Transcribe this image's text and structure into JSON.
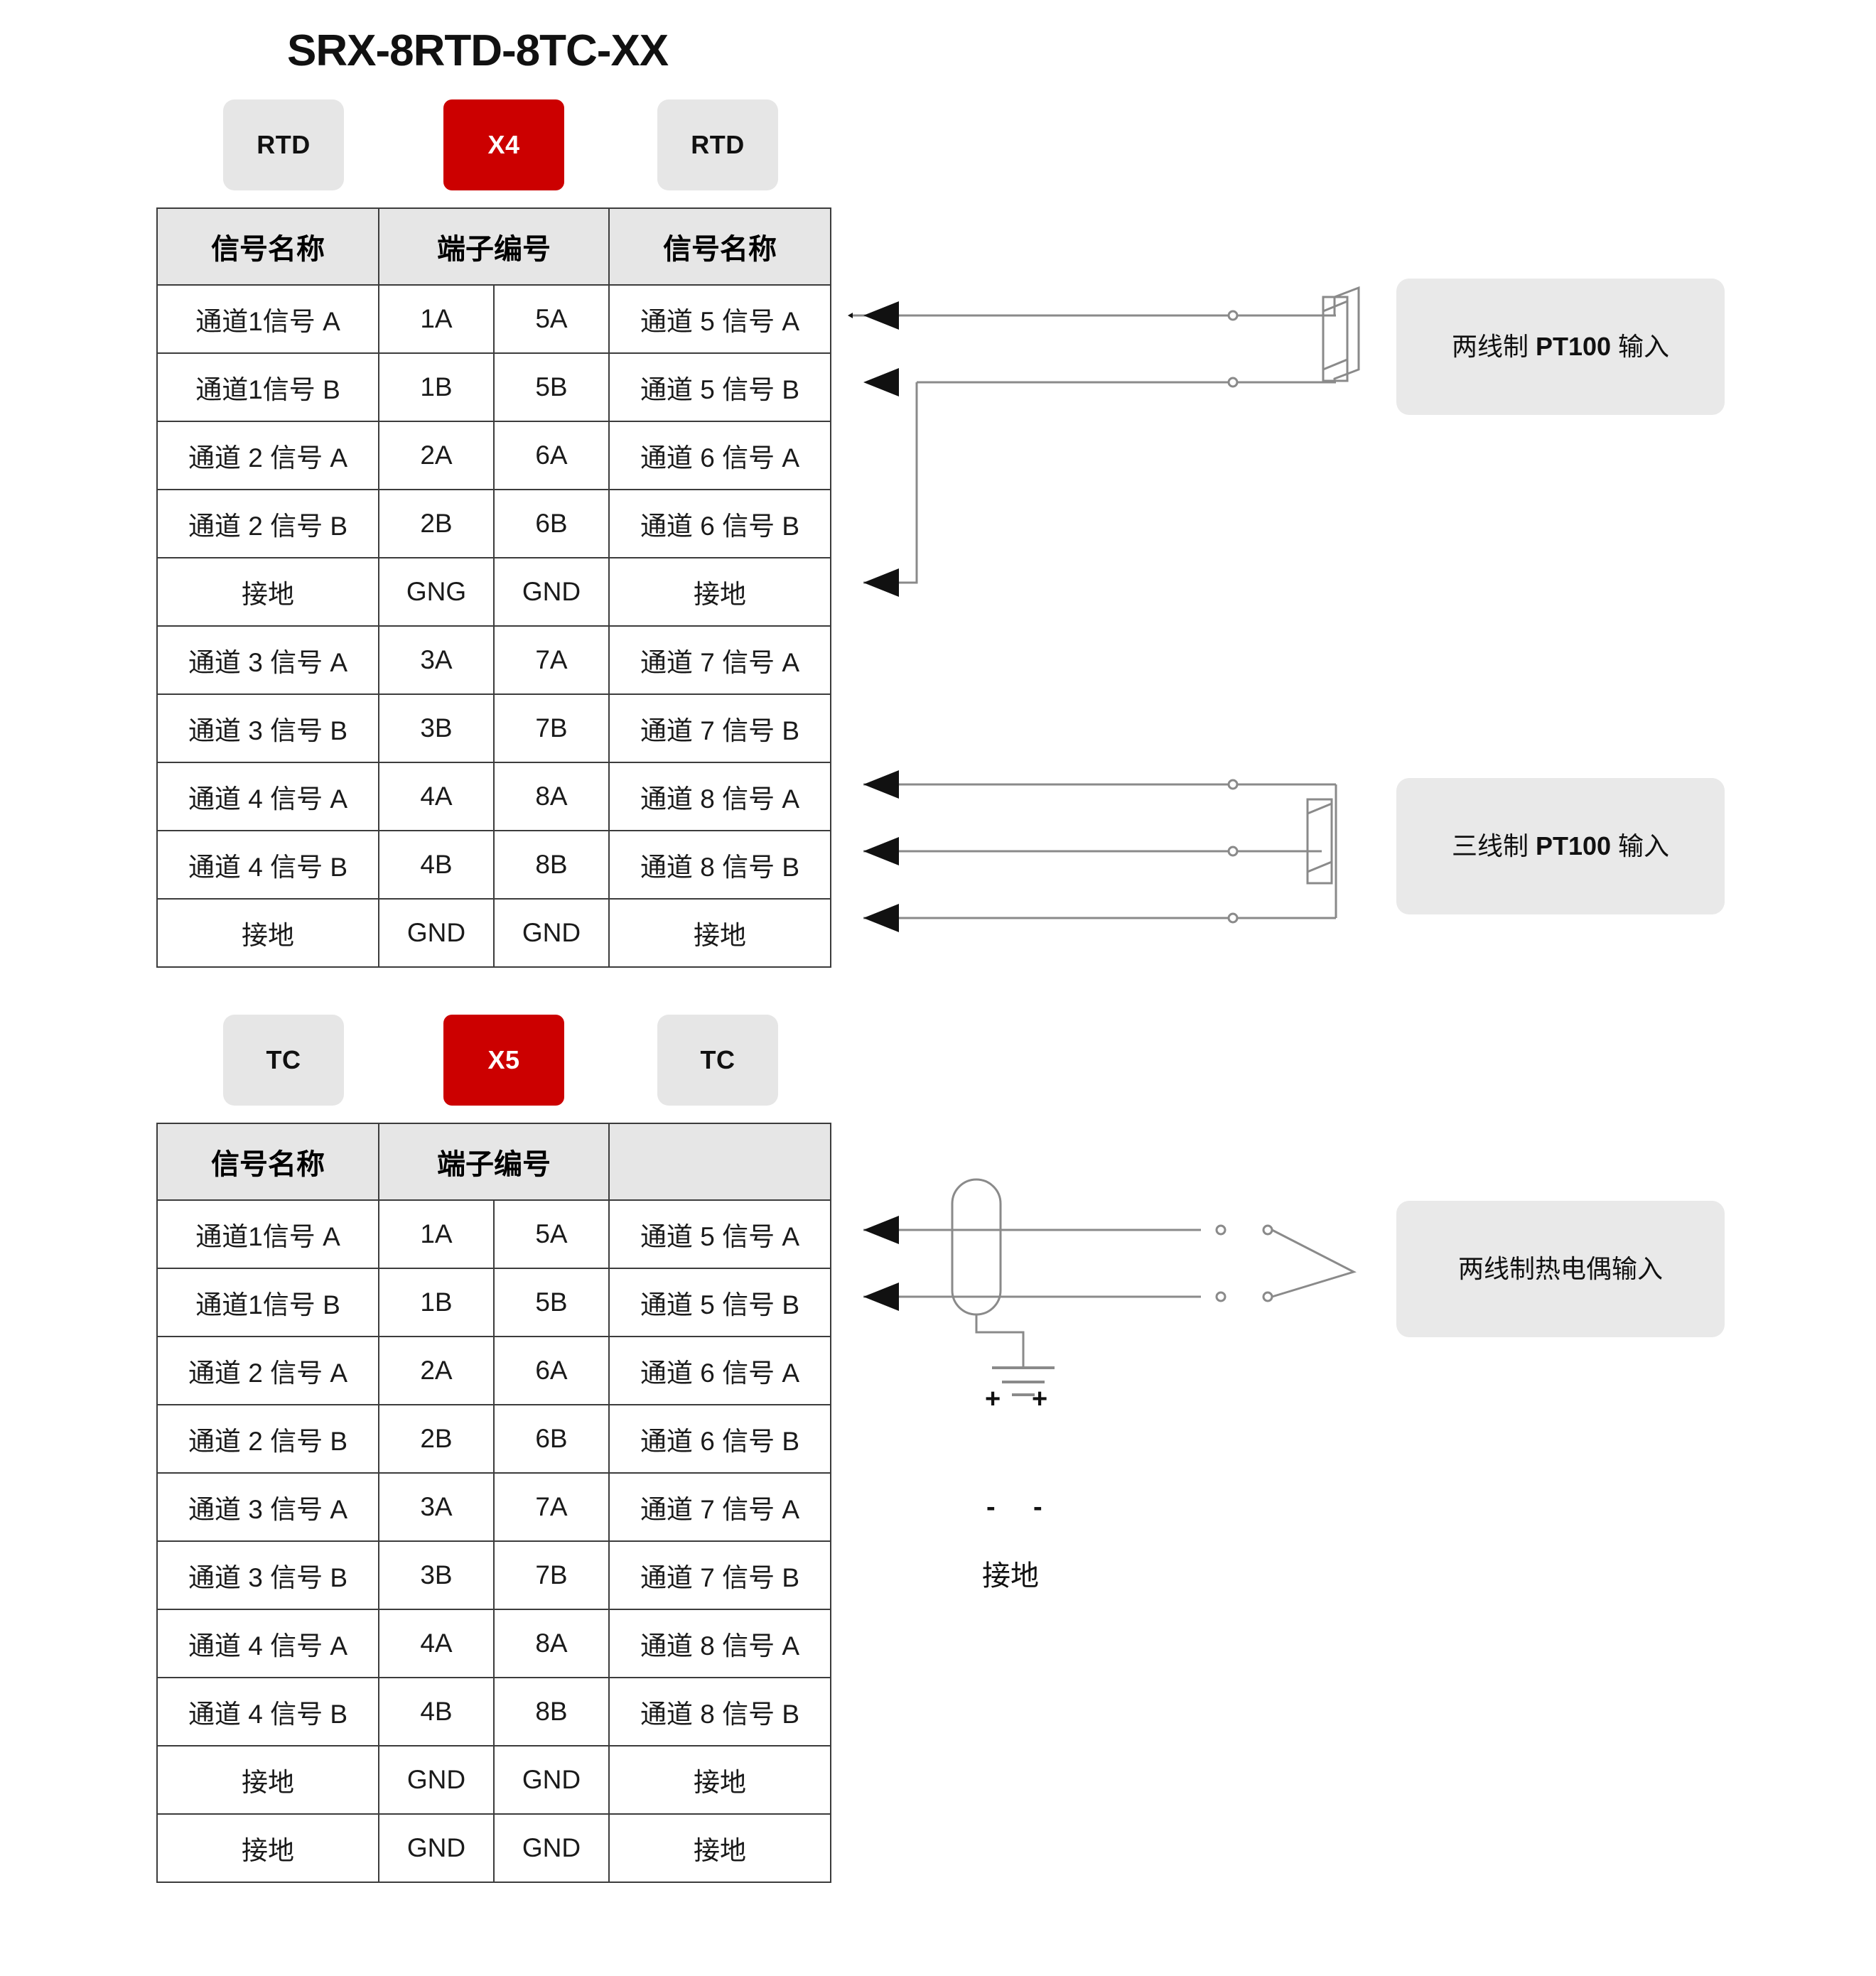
{
  "title": "SRX-8RTD-8TC-XX",
  "sections": [
    {
      "id": "rtd",
      "badges": [
        {
          "label": "RTD",
          "style": "grey"
        },
        {
          "label": "X4",
          "style": "red"
        },
        {
          "label": "RTD",
          "style": "grey"
        }
      ],
      "headers": [
        "信号名称",
        "端子编号",
        "信号名称"
      ],
      "rows": [
        {
          "left": "通道1信号 A",
          "term_left": "1A",
          "term_right": "5A",
          "right": "通道 5 信号 A"
        },
        {
          "left": "通道1信号 B",
          "term_left": "1B",
          "term_right": "5B",
          "right": "通道 5 信号 B"
        },
        {
          "left": "通道 2 信号 A",
          "term_left": "2A",
          "term_right": "6A",
          "right": "通道 6 信号 A"
        },
        {
          "left": "通道 2 信号 B",
          "term_left": "2B",
          "term_right": "6B",
          "right": "通道 6 信号 B"
        },
        {
          "left": "接地",
          "term_left": "GNG",
          "term_right": "GND",
          "right": "接地"
        },
        {
          "left": "通道 3 信号 A",
          "term_left": "3A",
          "term_right": "7A",
          "right": "通道 7 信号 A"
        },
        {
          "left": "通道 3 信号 B",
          "term_left": "3B",
          "term_right": "7B",
          "right": "通道 7 信号 B"
        },
        {
          "left": "通道 4 信号 A",
          "term_left": "4A",
          "term_right": "8A",
          "right": "通道 8 信号 A"
        },
        {
          "left": "通道 4 信号 B",
          "term_left": "4B",
          "term_right": "8B",
          "right": "通道 8 信号 B"
        },
        {
          "left": "接地",
          "term_left": "GND",
          "term_right": "GND",
          "right": "接地"
        }
      ],
      "annotations": [
        {
          "id": "two-wire-pt100",
          "prefix": "两线制 ",
          "bold": "PT100",
          "suffix": " 输入"
        },
        {
          "id": "three-wire-pt100",
          "prefix": "三线制 ",
          "bold": "PT100",
          "suffix": " 输入"
        }
      ]
    },
    {
      "id": "tc",
      "badges": [
        {
          "label": "TC",
          "style": "grey"
        },
        {
          "label": "X5",
          "style": "red"
        },
        {
          "label": "TC",
          "style": "grey"
        }
      ],
      "headers": [
        "信号名称",
        "端子编号",
        ""
      ],
      "rows": [
        {
          "left": "通道1信号 A",
          "term_left": "1A",
          "term_right": "5A",
          "right": "通道 5 信号 A"
        },
        {
          "left": "通道1信号 B",
          "term_left": "1B",
          "term_right": "5B",
          "right": "通道 5 信号 B"
        },
        {
          "left": "通道 2 信号 A",
          "term_left": "2A",
          "term_right": "6A",
          "right": "通道 6 信号 A"
        },
        {
          "left": "通道 2 信号 B",
          "term_left": "2B",
          "term_right": "6B",
          "right": "通道 6 信号 B"
        },
        {
          "left": "通道 3 信号 A",
          "term_left": "3A",
          "term_right": "7A",
          "right": "通道 7 信号 A"
        },
        {
          "left": "通道 3 信号 B",
          "term_left": "3B",
          "term_right": "7B",
          "right": "通道 7 信号 B"
        },
        {
          "left": "通道 4 信号 A",
          "term_left": "4A",
          "term_right": "8A",
          "right": "通道 8 信号 A"
        },
        {
          "left": "通道 4 信号 B",
          "term_left": "4B",
          "term_right": "8B",
          "right": "通道 8 信号 B"
        },
        {
          "left": "接地",
          "term_left": "GND",
          "term_right": "GND",
          "right": "接地"
        },
        {
          "left": "接地",
          "term_left": "GND",
          "term_right": "GND",
          "right": "接地"
        }
      ],
      "annotations": [
        {
          "id": "two-wire-thermocouple",
          "prefix": "",
          "bold": "",
          "suffix": "两线制热电偶输入"
        }
      ],
      "diagram_labels": {
        "ground": "接地",
        "plus_left": "+",
        "plus_right": "+",
        "minus_left": "-",
        "minus_right": "-"
      }
    }
  ],
  "colors": {
    "accent_red": "#cc0000",
    "badge_grey": "#e6e6e6",
    "border": "#3c3c3c",
    "wire": "#8a8a8a"
  }
}
